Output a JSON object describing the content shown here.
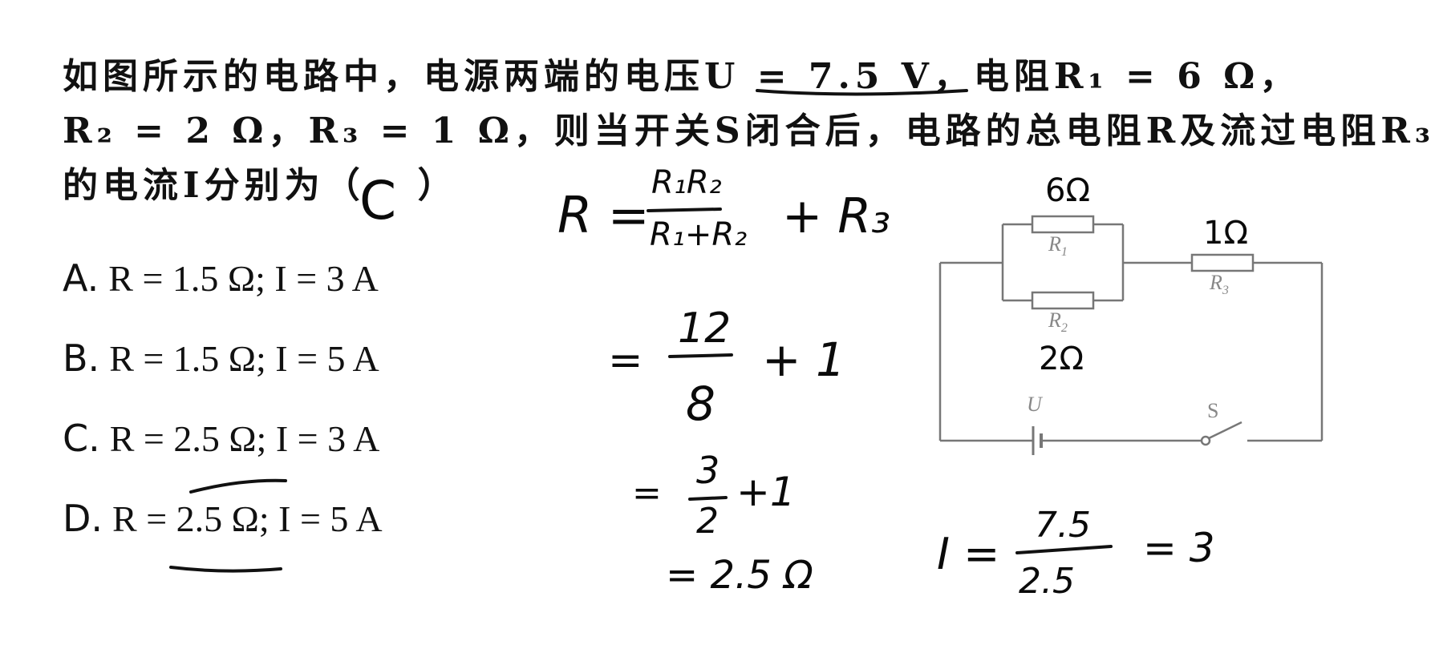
{
  "question": {
    "line1": "如图所示的电路中，电源两端的电压U = 7.5 V，电阻R₁ = 6 Ω，",
    "line2": "R₂ = 2 Ω，R₃ = 1 Ω，则当开关S闭合后，电路的总电阻R及流过电阻R₃",
    "line3": "的电流I分别为（"
  },
  "answer_mark": "C",
  "close_paren": "）",
  "options": [
    {
      "letter": "A.",
      "text": "R = 1.5 Ω; I = 3 A"
    },
    {
      "letter": "B.",
      "text": "R = 1.5 Ω; I = 5 A"
    },
    {
      "letter": "C.",
      "text": "R = 2.5 Ω; I = 3 A"
    },
    {
      "letter": "D.",
      "text": "R = 2.5 Ω; I = 5 A"
    }
  ],
  "handwriting": {
    "r_lhs": "R =",
    "r_num": "R₁R₂",
    "r_den": "R₁+R₂",
    "r_plus": "+ R₃",
    "step2_eq": "=",
    "step2_num": "12",
    "step2_den": "8",
    "step2_plus": "+ 1",
    "step3_eq": "=",
    "step3_num": "3",
    "step3_den": "2",
    "step3_plus": "+1",
    "step4": "= 2.5 Ω",
    "i_lhs": "I =",
    "i_num": "7.5",
    "i_den": "2.5",
    "i_result": "= 3"
  },
  "circuit": {
    "label_r1": "R",
    "label_r1_sub": "1",
    "label_r2": "R",
    "label_r2_sub": "2",
    "label_r3": "R",
    "label_r3_sub": "3",
    "label_u": "U",
    "label_s": "S",
    "hand_r1": "6Ω",
    "hand_r2": "2Ω",
    "hand_r3": "1Ω"
  }
}
